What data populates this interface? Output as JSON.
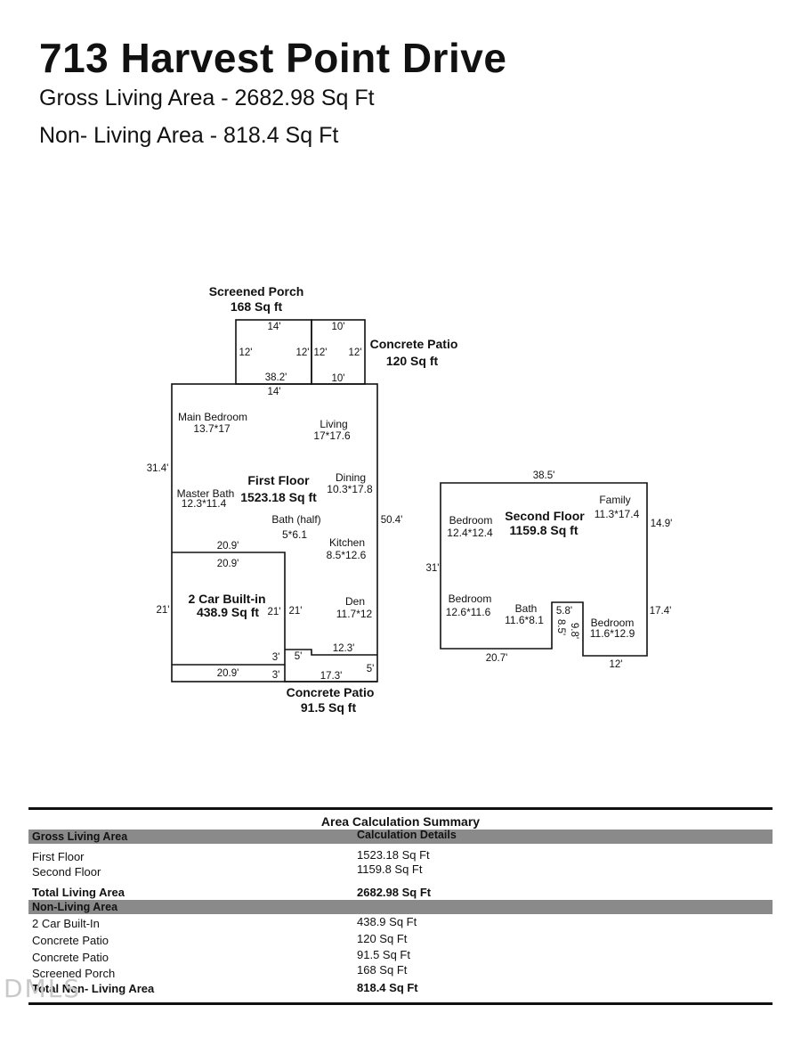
{
  "header": {
    "address": "713 Harvest Point Drive",
    "gross_living": "Gross Living Area - 2682.98 Sq Ft",
    "non_living": "Non- Living Area - 818.4 Sq Ft"
  },
  "plan": {
    "screened_porch": {
      "name": "Screened Porch",
      "area": "168 Sq ft"
    },
    "concrete_patio_top": {
      "name": "Concrete Patio",
      "area": "120 Sq ft"
    },
    "concrete_patio_bottom": {
      "name": "Concrete Patio",
      "area": "91.5 Sq ft"
    },
    "first_floor": {
      "name": "First Floor",
      "area": "1523.18 Sq ft"
    },
    "garage": {
      "name": "2 Car Built-in",
      "area": "438.9 Sq ft"
    },
    "second_floor": {
      "name": "Second Floor",
      "area": "1159.8 Sq ft"
    },
    "rooms": {
      "main_bedroom": {
        "name": "Main Bedroom",
        "size": "13.7*17"
      },
      "living": {
        "name": "Living",
        "size": "17*17.6"
      },
      "dining": {
        "name": "Dining",
        "size": "10.3*17.8"
      },
      "master_bath": {
        "name": "Master Bath",
        "size": "12.3*11.4"
      },
      "bath_half": {
        "name": "Bath (half)",
        "size": "5*6.1"
      },
      "kitchen": {
        "name": "Kitchen",
        "size": "8.5*12.6"
      },
      "den": {
        "name": "Den",
        "size": "11.7*12"
      },
      "family": {
        "name": "Family",
        "size": "11.3*17.4"
      },
      "bedroom1": {
        "name": "Bedroom",
        "size": "12.4*12.4"
      },
      "bedroom2": {
        "name": "Bedroom",
        "size": "12.6*11.6"
      },
      "bath2": {
        "name": "Bath",
        "size": "11.6*8.1"
      },
      "bedroom3": {
        "name": "Bedroom",
        "size": "11.6*12.9"
      }
    },
    "dims": {
      "porch_top": "14'",
      "patio_top": "10'",
      "porch_left": "12'",
      "porch_right": "12'",
      "patio_left": "12'",
      "patio_right": "12'",
      "porch_inner_a": "38.2'",
      "porch_inner_b": "14'",
      "patio_bottom": "10'",
      "ff_left": "31.4'",
      "ff_right": "50.4'",
      "garage_top_a": "20.9'",
      "garage_top_b": "20.9'",
      "garage_left": "21'",
      "garage_right": "21'",
      "garage_bottom": "20.9'",
      "step_a": "3'",
      "step_b": "3'",
      "step_c": "5'",
      "patio_b_top": "12.3'",
      "patio_b_bottom": "17.3'",
      "patio_b_right": "5'",
      "sf_top": "38.5'",
      "sf_right_top": "14.9'",
      "sf_right_bottom": "17.4'",
      "sf_left": "31'",
      "sf_bottom_left": "20.7'",
      "sf_bottom_right": "12'",
      "notch_top": "5.8'",
      "notch_left": "8.5'",
      "notch_right": "9.8'"
    }
  },
  "summary": {
    "title": "Area Calculation Summary",
    "gross_header": "Gross Living Area",
    "calc_header": "Calculation Details",
    "gross_rows": [
      {
        "label": "First Floor",
        "value": "1523.18 Sq Ft"
      },
      {
        "label": "Second Floor",
        "value": "1159.8 Sq Ft"
      }
    ],
    "total_living": {
      "label": "Total Living Area",
      "value": "2682.98 Sq Ft"
    },
    "non_living_header": "Non-Living Area",
    "non_living_rows": [
      {
        "label": "2 Car Built-In",
        "value": "438.9 Sq Ft"
      },
      {
        "label": "Concrete Patio",
        "value": "120 Sq Ft"
      },
      {
        "label": "Concrete Patio",
        "value": "91.5 Sq Ft"
      },
      {
        "label": "Screened Porch",
        "value": "168 Sq Ft"
      }
    ],
    "total_non_living": {
      "label": "Total Non- Living Area",
      "value": "818.4 Sq Ft"
    }
  },
  "watermark": "DMLS"
}
